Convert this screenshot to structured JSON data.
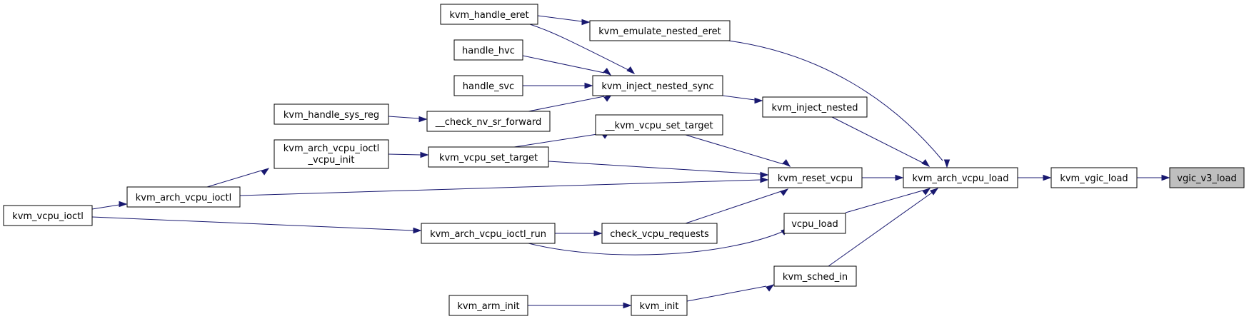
{
  "nodes": {
    "vgic_v3_load": "vgic_v3_load",
    "kvm_vgic_load": "kvm_vgic_load",
    "kvm_arch_vcpu_load": "kvm_arch_vcpu_load",
    "kvm_emulate_nested_eret": "kvm_emulate_nested_eret",
    "kvm_handle_eret": "kvm_handle_eret",
    "kvm_inject_nested": "kvm_inject_nested",
    "kvm_inject_nested_sync": "kvm_inject_nested_sync",
    "handle_hvc": "handle_hvc",
    "handle_svc": "handle_svc",
    "check_nv_sr_forward": "__check_nv_sr_forward",
    "kvm_handle_sys_reg": "kvm_handle_sys_reg",
    "kvm_reset_vcpu": "kvm_reset_vcpu",
    "kvm_vcpu_set_target_internal": "__kvm_vcpu_set_target",
    "kvm_vcpu_set_target": "kvm_vcpu_set_target",
    "kvm_arch_vcpu_ioctl_vcpu_init_line1": "kvm_arch_vcpu_ioctl",
    "kvm_arch_vcpu_ioctl_vcpu_init_line2": "_vcpu_init",
    "kvm_arch_vcpu_ioctl": "kvm_arch_vcpu_ioctl",
    "kvm_vcpu_ioctl": "kvm_vcpu_ioctl",
    "check_vcpu_requests": "check_vcpu_requests",
    "kvm_arch_vcpu_ioctl_run": "kvm_arch_vcpu_ioctl_run",
    "vcpu_load": "vcpu_load",
    "kvm_sched_in": "kvm_sched_in",
    "kvm_init": "kvm_init",
    "kvm_arm_init": "kvm_arm_init"
  },
  "colors": {
    "edge": "#191970",
    "node_border": "#000000",
    "node_fill": "#ffffff",
    "focus_fill": "#bfbfbf"
  }
}
